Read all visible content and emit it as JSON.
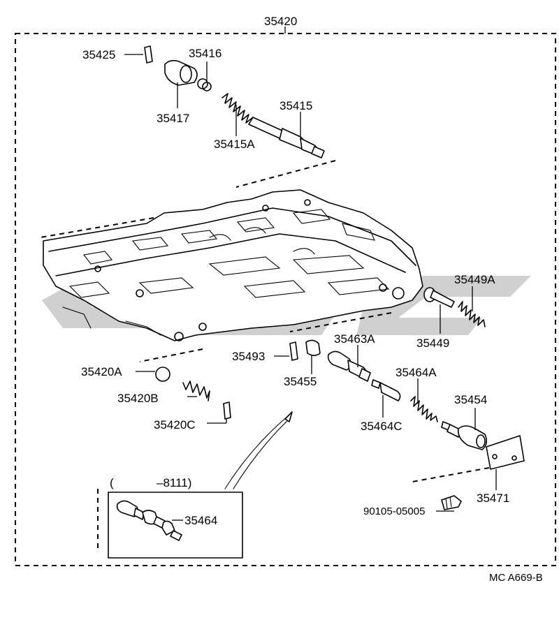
{
  "diagram": {
    "assembly_label": "35420",
    "labels": {
      "p35425": "35425",
      "p35416": "35416",
      "p35417": "35417",
      "p35415": "35415",
      "p35415A": "35415A",
      "p35449A": "35449A",
      "p35449": "35449",
      "p35463A": "35463A",
      "p35493": "35493",
      "p35455": "35455",
      "p35420A": "35420A",
      "p35464A": "35464A",
      "p35420B": "35420B",
      "p35454": "35454",
      "p35420C": "35420C",
      "p35464C": "35464C",
      "p35471": "35471",
      "p90105": "90105-05005",
      "inset_range_open": "(",
      "inset_range": "–8111)",
      "p35464": "35464"
    },
    "footer_code": "MC  A669-B",
    "watermark_color": "#c8c8c8"
  }
}
